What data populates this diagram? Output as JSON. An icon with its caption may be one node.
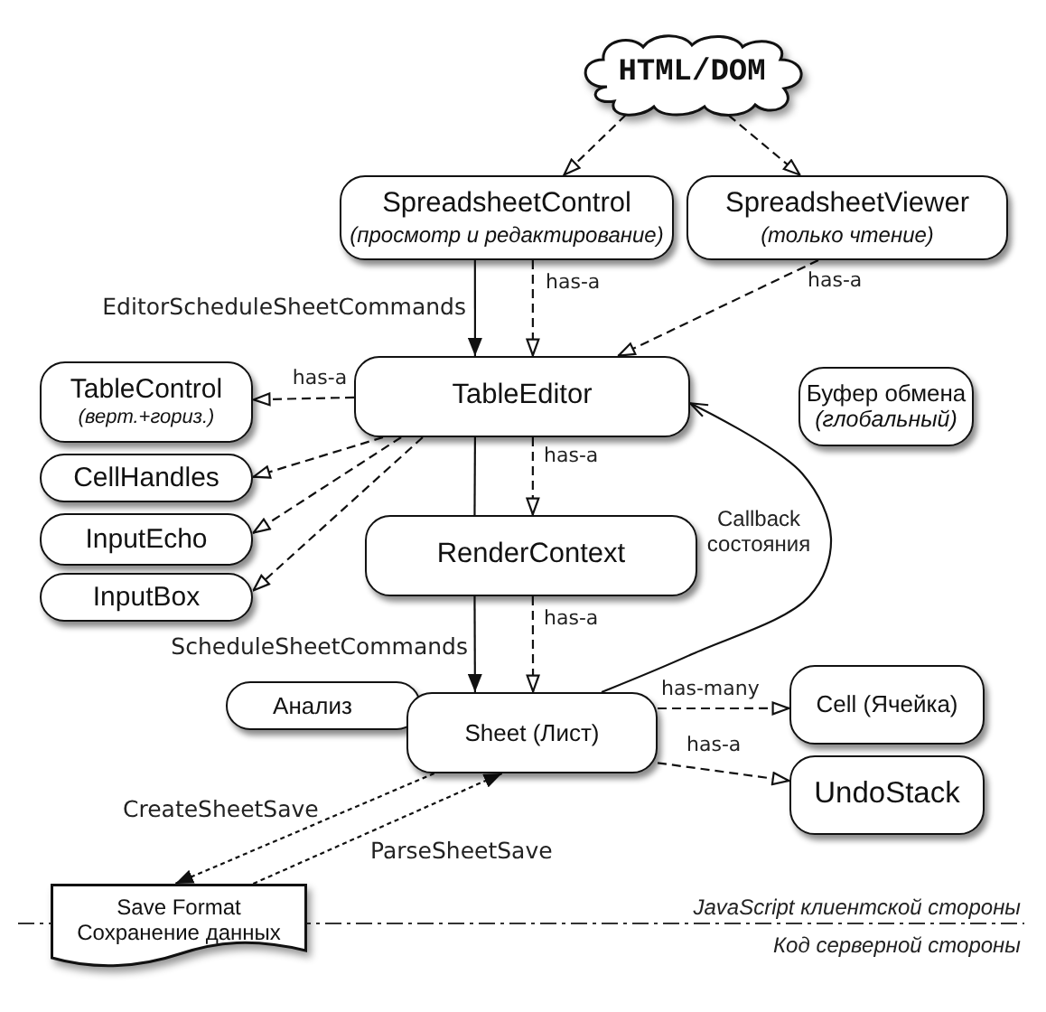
{
  "diagram": {
    "nodes": [
      {
        "text": [
          "HTML/DOM"
        ]
      },
      {
        "text": [
          "SpreadsheetControl",
          "(просмотр и редактирование)"
        ]
      },
      {
        "text": [
          "SpreadsheetViewer",
          "(только чтение)"
        ]
      },
      {
        "text": [
          "TableEditor"
        ]
      },
      {
        "text": [
          "Буфер обмена",
          "(глобальный)"
        ]
      },
      {
        "text": [
          "TableControl",
          "(верт.+гориз.)"
        ]
      },
      {
        "text": [
          "CellHandles"
        ]
      },
      {
        "text": [
          "InputEcho"
        ]
      },
      {
        "text": [
          "InputBox"
        ]
      },
      {
        "text": [
          "RenderContext"
        ]
      },
      {
        "text": [
          "Анализ"
        ]
      },
      {
        "text": [
          "Sheet (Лист)"
        ]
      },
      {
        "text": [
          "Cell (Ячейка)"
        ]
      },
      {
        "text": [
          "UndoStack"
        ]
      },
      {
        "text": [
          "Save Format",
          "Сохранение данных"
        ]
      }
    ],
    "edges": [
      {
        "from": 0,
        "to": 1,
        "arrow": "to",
        "style": "dashed"
      },
      {
        "from": 0,
        "to": 2,
        "arrow": "to",
        "style": "dashed"
      },
      {
        "from": 1,
        "to": 3,
        "arrow": "to",
        "label": "EditorScheduleSheetCommands"
      },
      {
        "from": 1,
        "to": 3,
        "arrow": "to",
        "style": "dashed",
        "label": "has-a"
      },
      {
        "from": 2,
        "to": 3,
        "arrow": "to",
        "style": "dashed",
        "label": "has-a"
      },
      {
        "from": 3,
        "to": 5,
        "arrow": "to",
        "style": "dashed",
        "label": "has-a"
      },
      {
        "from": 3,
        "to": 6,
        "arrow": "to",
        "style": "dashed"
      },
      {
        "from": 3,
        "to": 7,
        "arrow": "to",
        "style": "dashed"
      },
      {
        "from": 3,
        "to": 8,
        "arrow": "to",
        "style": "dashed"
      },
      {
        "from": 3,
        "to": 9,
        "arrow": "none"
      },
      {
        "from": 3,
        "to": 9,
        "arrow": "to",
        "style": "dashed",
        "label": "has-a"
      },
      {
        "from": 9,
        "to": 11,
        "arrow": "to",
        "label": "ScheduleSheetCommands"
      },
      {
        "from": 9,
        "to": 11,
        "arrow": "to",
        "style": "dashed",
        "label": "has-a"
      },
      {
        "from": 11,
        "to": 3,
        "arrow": "to",
        "label": "Callback состояния"
      },
      {
        "from": 11,
        "to": 12,
        "arrow": "to",
        "style": "dashed",
        "label": "has-many"
      },
      {
        "from": 11,
        "to": 13,
        "arrow": "to",
        "style": "dashed",
        "label": "has-a"
      },
      {
        "from": 11,
        "to": 14,
        "arrow": "to",
        "style": "dashed",
        "label": "CreateSheetSave"
      },
      {
        "from": 14,
        "to": 11,
        "arrow": "to",
        "style": "dashed",
        "label": "ParseSheetSave"
      }
    ],
    "labels": [
      "JavaScript клиентской стороны",
      "Код серверной стороны"
    ]
  }
}
